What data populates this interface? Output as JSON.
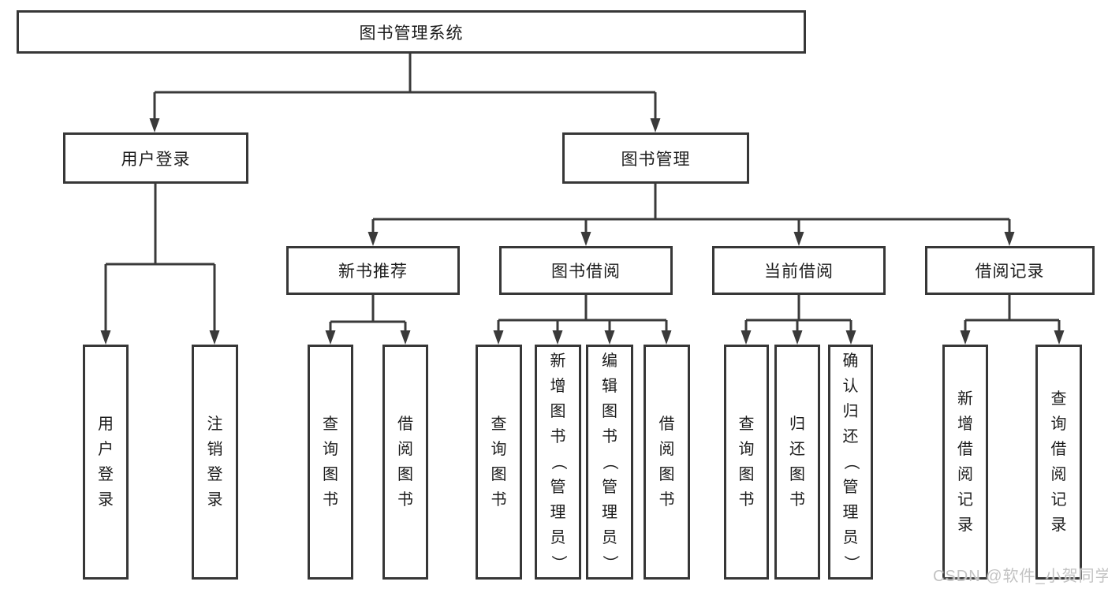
{
  "colors": {
    "bg": "#ffffff",
    "line": "#3a3a3a",
    "border": "#373737",
    "text": "#1c1c1c",
    "watermark": "#c3c3c3"
  },
  "tree": {
    "root": {
      "label": "图书管理系统"
    },
    "branches": [
      {
        "label": "用户登录",
        "children": [
          {
            "label": "用户登录"
          },
          {
            "label": "注销登录"
          }
        ]
      },
      {
        "label": "图书管理",
        "children": [
          {
            "label": "新书推荐",
            "children": [
              {
                "label": "查询图书"
              },
              {
                "label": "借阅图书"
              }
            ]
          },
          {
            "label": "图书借阅",
            "children": [
              {
                "label": "查询图书"
              },
              {
                "label": "新增图书（管理员）"
              },
              {
                "label": "编辑图书（管理员）"
              },
              {
                "label": "借阅图书"
              }
            ]
          },
          {
            "label": "当前借阅",
            "children": [
              {
                "label": "查询图书"
              },
              {
                "label": "归还图书"
              },
              {
                "label": "确认归还（管理员）"
              }
            ]
          },
          {
            "label": "借阅记录",
            "children": [
              {
                "label": "新增借阅记录"
              },
              {
                "label": "查询借阅记录"
              }
            ]
          }
        ]
      }
    ]
  },
  "watermark": {
    "text": "CSDN @软件_小贺同学"
  }
}
